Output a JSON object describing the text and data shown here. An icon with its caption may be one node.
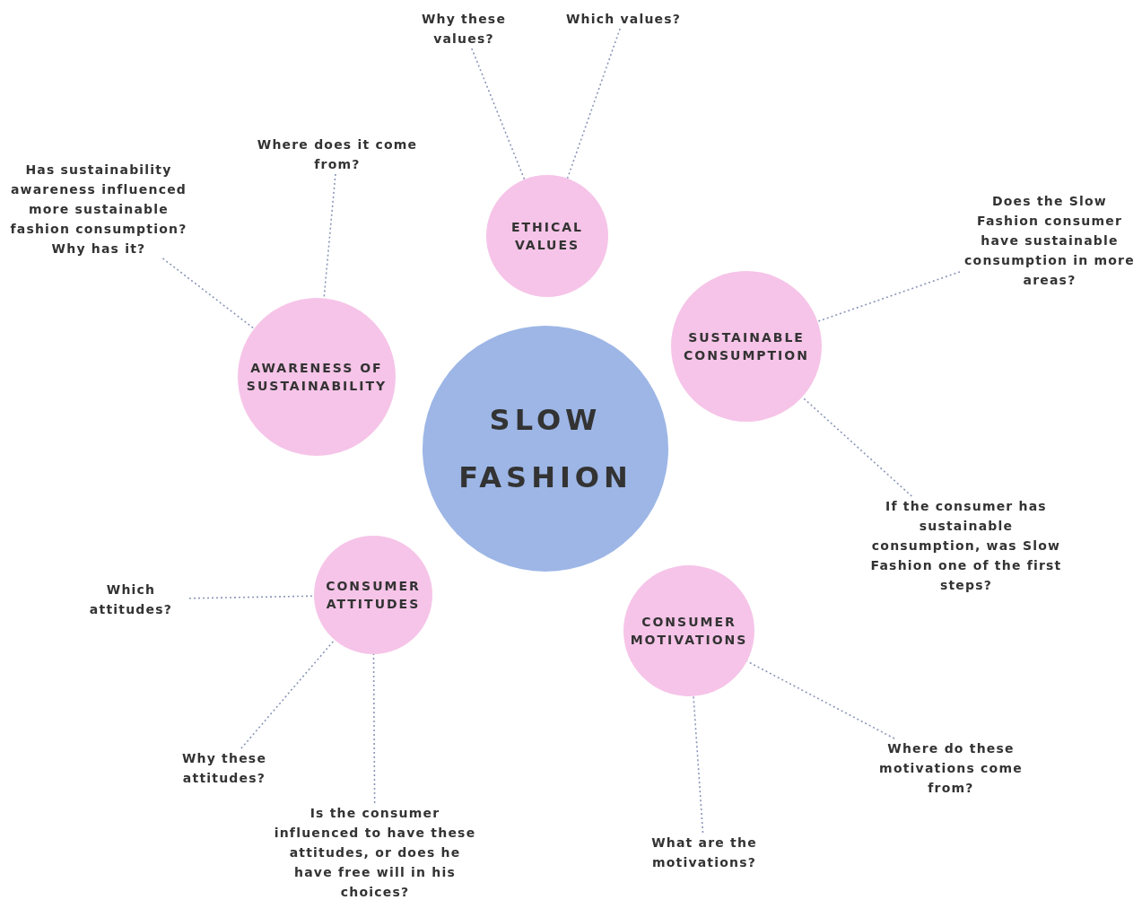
{
  "diagram": {
    "nodes": [
      {
        "text": [
          "SLOW FASHION"
        ]
      },
      {
        "text": [
          "ETHICAL VALUES"
        ]
      },
      {
        "text": [
          "SUSTAINABLE CONSUMPTION"
        ]
      },
      {
        "text": [
          "AWARENESS OF SUSTAINABILITY"
        ]
      },
      {
        "text": [
          "CONSUMER ATTITUDES"
        ]
      },
      {
        "text": [
          "CONSUMER MOTIVATIONS"
        ]
      },
      {
        "text": [
          "Why these values?"
        ]
      },
      {
        "text": [
          "Which values?"
        ]
      },
      {
        "text": [
          "Where does it come from?"
        ]
      },
      {
        "text": [
          "Has sustainability awareness influenced more sustainable fashion consumption? Why has it?"
        ]
      },
      {
        "text": [
          "Does the Slow Fashion consumer have sustainable consumption in more areas?"
        ]
      },
      {
        "text": [
          "If the consumer has sustainable consumption, was Slow Fashion one of the first steps?"
        ]
      },
      {
        "text": [
          "Which attitudes?"
        ]
      },
      {
        "text": [
          "Why these attitudes?"
        ]
      },
      {
        "text": [
          "Is the consumer influenced to have these attitudes, or does he have free will in his choices?"
        ]
      },
      {
        "text": [
          "What are the motivations?"
        ]
      },
      {
        "text": [
          "Where do these motivations come from?"
        ]
      }
    ],
    "edges": [
      {
        "from": 6,
        "to": 1,
        "arrow": "none",
        "style": "dashed"
      },
      {
        "from": 7,
        "to": 1,
        "arrow": "none",
        "style": "dashed"
      },
      {
        "from": 8,
        "to": 3,
        "arrow": "none",
        "style": "dashed"
      },
      {
        "from": 9,
        "to": 3,
        "arrow": "none",
        "style": "dashed"
      },
      {
        "from": 10,
        "to": 2,
        "arrow": "none",
        "style": "dashed"
      },
      {
        "from": 11,
        "to": 2,
        "arrow": "none",
        "style": "dashed"
      },
      {
        "from": 12,
        "to": 4,
        "arrow": "none",
        "style": "dashed"
      },
      {
        "from": 13,
        "to": 4,
        "arrow": "none",
        "style": "dashed"
      },
      {
        "from": 14,
        "to": 4,
        "arrow": "none",
        "style": "dashed"
      },
      {
        "from": 15,
        "to": 5,
        "arrow": "none",
        "style": "dashed"
      },
      {
        "from": 16,
        "to": 5,
        "arrow": "none",
        "style": "dashed"
      }
    ]
  }
}
